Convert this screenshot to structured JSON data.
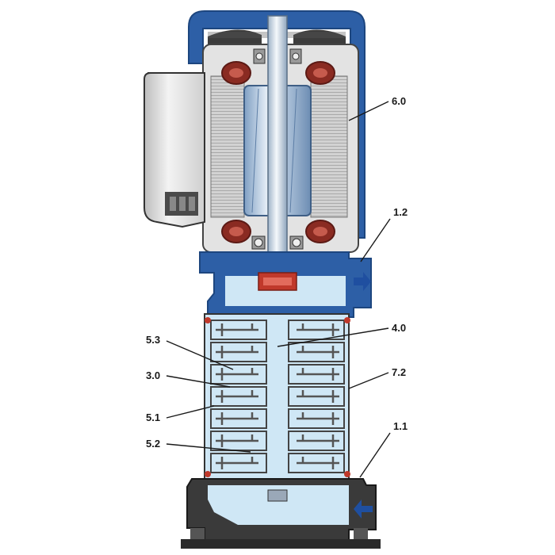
{
  "labels": {
    "motor": "6.0",
    "outlet": "1.2",
    "shaft": "4.0",
    "casing_sleeve": "7.2",
    "inlet": "1.1",
    "diffuser": "5.3",
    "impeller": "3.0",
    "stage_casing": "5.1",
    "spacer": "5.2"
  },
  "colors": {
    "body_blue": "#2d5fa6",
    "body_blue_dark": "#1d467f",
    "water": "#cfe7f5",
    "motor_grey": "#d9d9d9",
    "stator_grey": "#c4c4c4",
    "winding_red": "#8a2b22",
    "rotor_steel": "#b8cde3",
    "base_dark": "#3a3a3a",
    "arrow_blue": "#1f4fa0"
  },
  "icons": {
    "outlet_arrow": "arrow-right-icon",
    "inlet_arrow": "arrow-left-icon"
  }
}
